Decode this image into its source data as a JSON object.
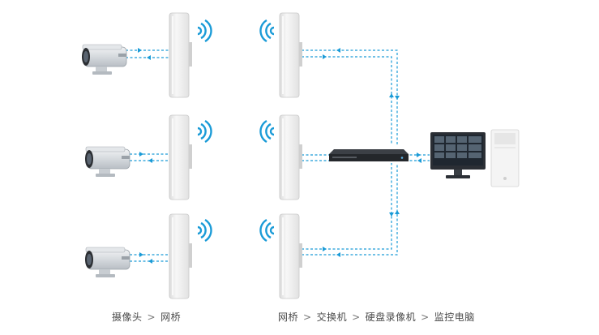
{
  "captions": {
    "left": {
      "camera": "摄像头",
      "sep": ">",
      "bridge": "网桥"
    },
    "right": {
      "bridge": "网桥",
      "sep1": ">",
      "switch": "交换机",
      "sep2": ">",
      "nvr": "硬盘录像机",
      "sep3": ">",
      "monitor": "监控电脑"
    }
  },
  "colors": {
    "link": "#1a9bd7",
    "device_body": "#eeeeee",
    "camera_body": "#d9dde1",
    "nvr": "#2a2d31",
    "screen": "#1f2730"
  },
  "icons": [
    "camera-icon",
    "bridge-icon",
    "wifi-signal-icon",
    "nvr-icon",
    "monitor-icon",
    "pc-tower-icon"
  ]
}
